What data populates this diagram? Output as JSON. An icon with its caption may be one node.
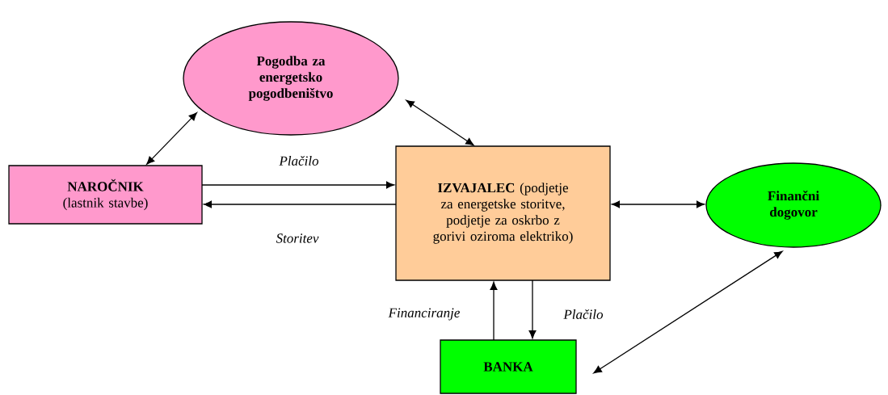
{
  "diagram": {
    "nodes": [
      {
        "text": [
          "Pogodba za energetsko pogodbeništvo"
        ]
      },
      {
        "text": [
          "NAROČNIK",
          "(lastnik stavbe)"
        ]
      },
      {
        "text": [
          "**IZVAJALEC** (podjetje za energetske storitve, podjetje za oskrbo z gorivi oziroma elektriko)"
        ]
      },
      {
        "text": [
          "Finančni dogovor"
        ]
      },
      {
        "text": [
          "BANKA"
        ]
      }
    ],
    "edges": [
      {
        "from": 0,
        "to": 1,
        "arrow": "both"
      },
      {
        "from": 0,
        "to": 2,
        "arrow": "both"
      },
      {
        "from": 1,
        "to": 2,
        "arrow": "to",
        "label": "Plačilo"
      },
      {
        "from": 2,
        "to": 1,
        "arrow": "to",
        "label": "Storitev"
      },
      {
        "from": 2,
        "to": 3,
        "arrow": "both"
      },
      {
        "from": 4,
        "to": 2,
        "arrow": "to",
        "label": "Financiranje"
      },
      {
        "from": 2,
        "to": 4,
        "arrow": "to",
        "label": "Plačilo"
      },
      {
        "from": 3,
        "to": 4,
        "arrow": "both"
      }
    ]
  }
}
